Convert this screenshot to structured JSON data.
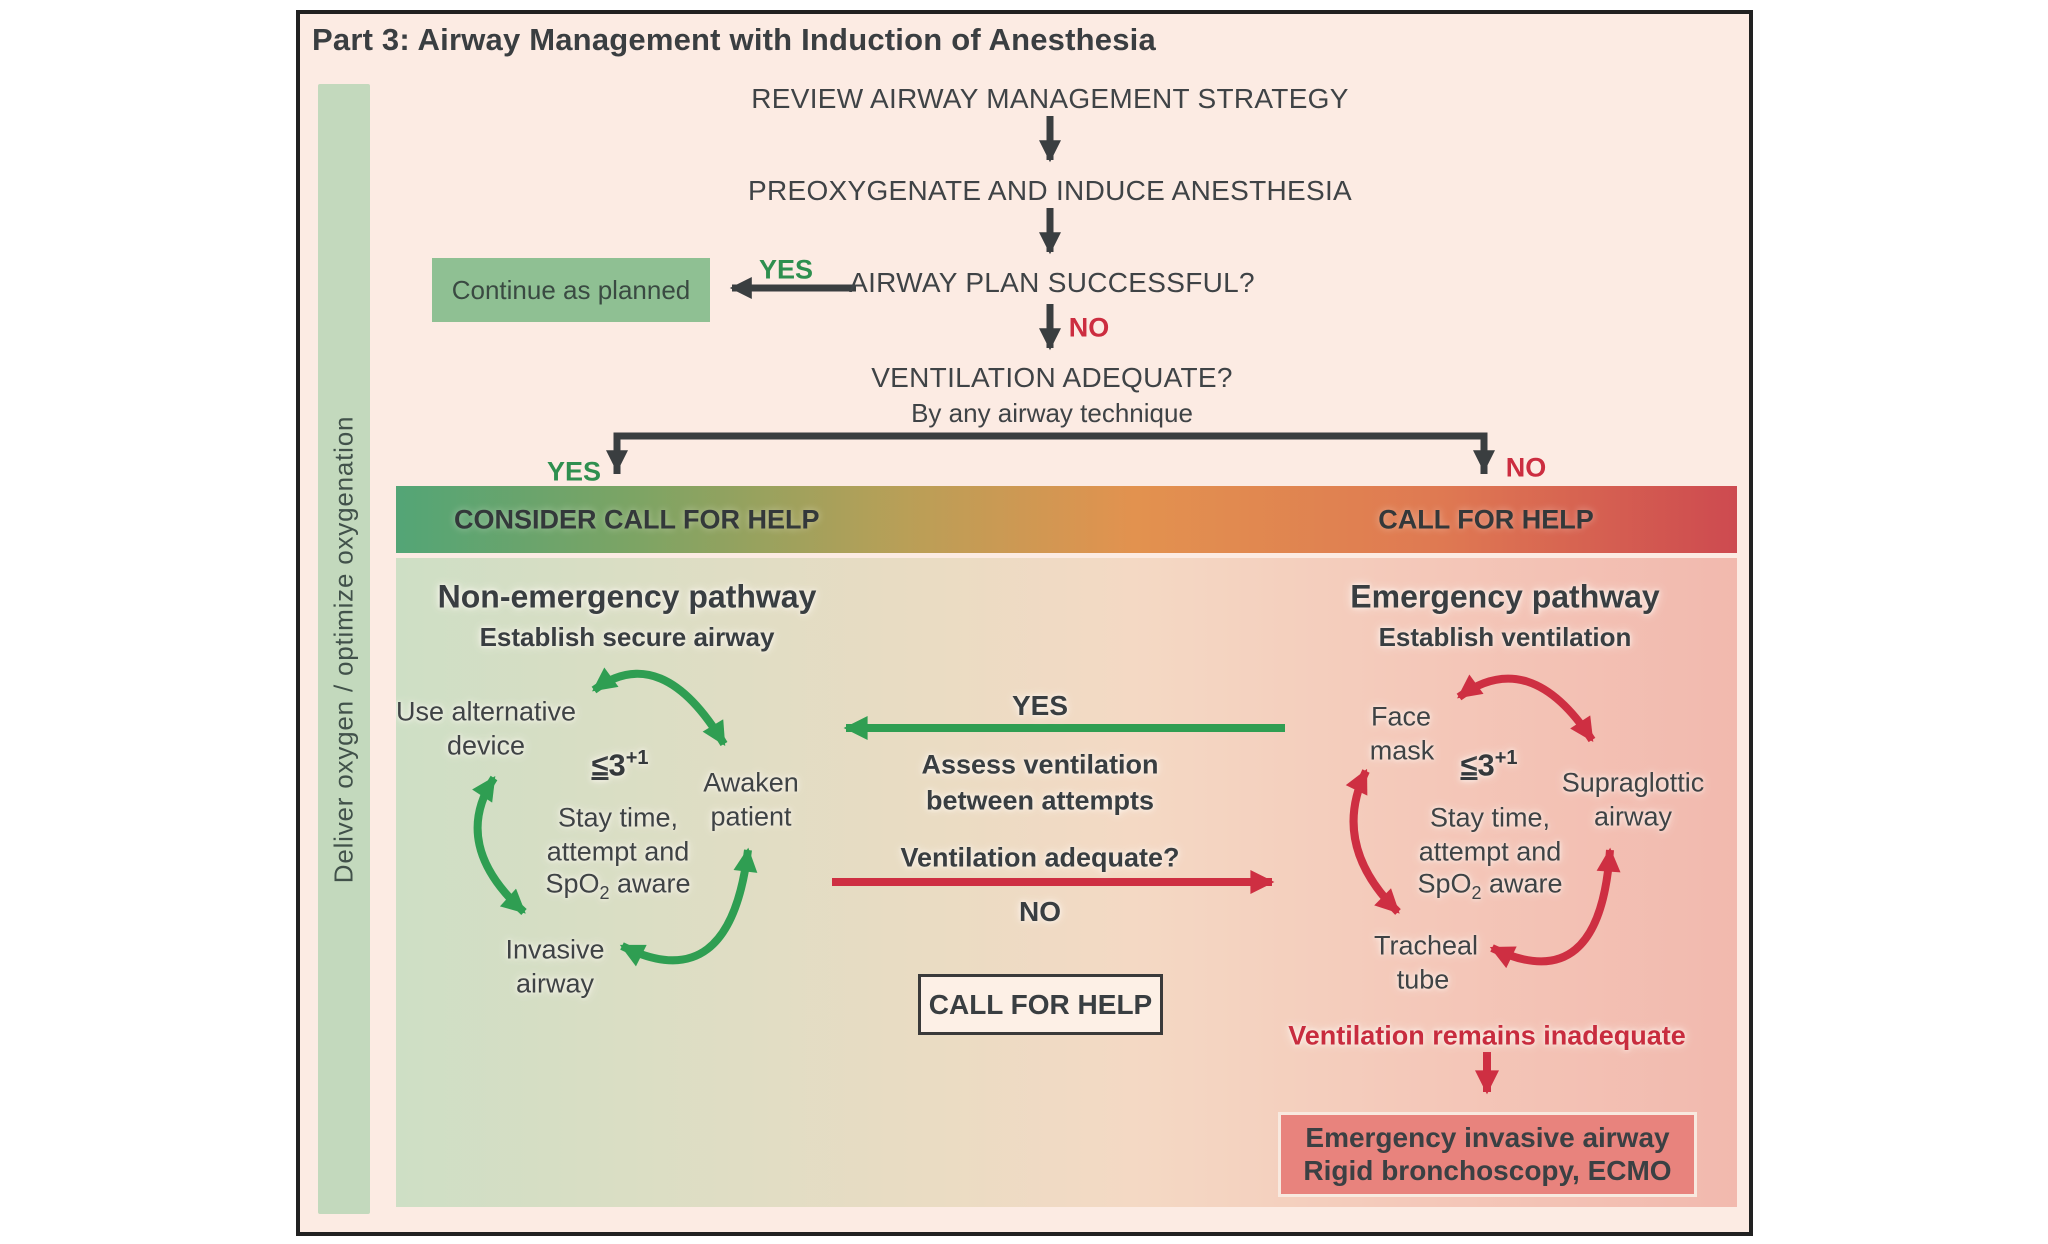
{
  "title": "Part 3: Airway Management with Induction of Anesthesia",
  "sidebar": {
    "label": "Deliver oxygen / optimize oxygenation"
  },
  "flow": {
    "step1": "REVIEW AIRWAY MANAGEMENT STRATEGY",
    "step2": "PREOXYGENATE AND INDUCE ANESTHESIA",
    "decision1": "AIRWAY PLAN SUCCESSFUL?",
    "yes1": "YES",
    "continue_box": "Continue as planned",
    "no1": "NO",
    "decision2": "VENTILATION ADEQUATE?",
    "decision2_sub": "By any airway technique",
    "yes2": "YES",
    "no2": "NO"
  },
  "bar": {
    "left_label": "CONSIDER CALL FOR HELP",
    "right_label": "CALL FOR HELP"
  },
  "left_pathway": {
    "heading": "Non-emergency pathway",
    "subheading": "Establish secure airway",
    "node_alt_line1": "Use alternative",
    "node_alt_line2": "device",
    "limit": {
      "lte": "≤",
      "num": "3",
      "sup": "+1"
    },
    "node_awaken_line1": "Awaken",
    "node_awaken_line2": "patient",
    "center_line1": "Stay time,",
    "center_line2": "attempt and",
    "center_line3_pre": "SpO",
    "center_line3_sub": "2",
    "center_line3_post": " aware",
    "node_invasive_line1": "Invasive",
    "node_invasive_line2": "airway"
  },
  "right_pathway": {
    "heading": "Emergency pathway",
    "subheading": "Establish ventilation",
    "node_face_line1": "Face",
    "node_face_line2": "mask",
    "limit": {
      "lte": "≤",
      "num": "3",
      "sup": "+1"
    },
    "node_supraglottic_line1": "Supraglottic",
    "node_supraglottic_line2": "airway",
    "center_line1": "Stay time,",
    "center_line2": "attempt and",
    "center_line3_pre": "SpO",
    "center_line3_sub": "2",
    "center_line3_post": " aware",
    "node_tracheal_line1": "Tracheal",
    "node_tracheal_line2": "tube",
    "inadequate": "Ventilation remains inadequate",
    "emergency_box_line1": "Emergency invasive airway",
    "emergency_box_line2": "Rigid bronchoscopy, ECMO"
  },
  "center": {
    "yes": "YES",
    "assess_line1": "Assess ventilation",
    "assess_line2": "between attempts",
    "question": "Ventilation adequate?",
    "no": "NO",
    "call_box": "CALL FOR HELP"
  },
  "colors": {
    "frame_bg": "#fcebe3",
    "sidebar_bg": "#c3d9bd",
    "continue_bg": "#8fc093",
    "yes_green": "#2e8f4f",
    "no_red": "#cc2d40",
    "arrow_dark": "#3a3e40",
    "arrow_green": "#2f9e52",
    "arrow_red": "#ce2f42",
    "bar_gradient_left": "#53a576",
    "bar_gradient_mid": "#e2924f",
    "bar_gradient_right": "#cd4a50",
    "panel_left": "#cedfc5",
    "panel_right": "#f2b9ae",
    "emergency_box_bg": "#e8837d",
    "call_box_bg": "#fdf0e6"
  }
}
